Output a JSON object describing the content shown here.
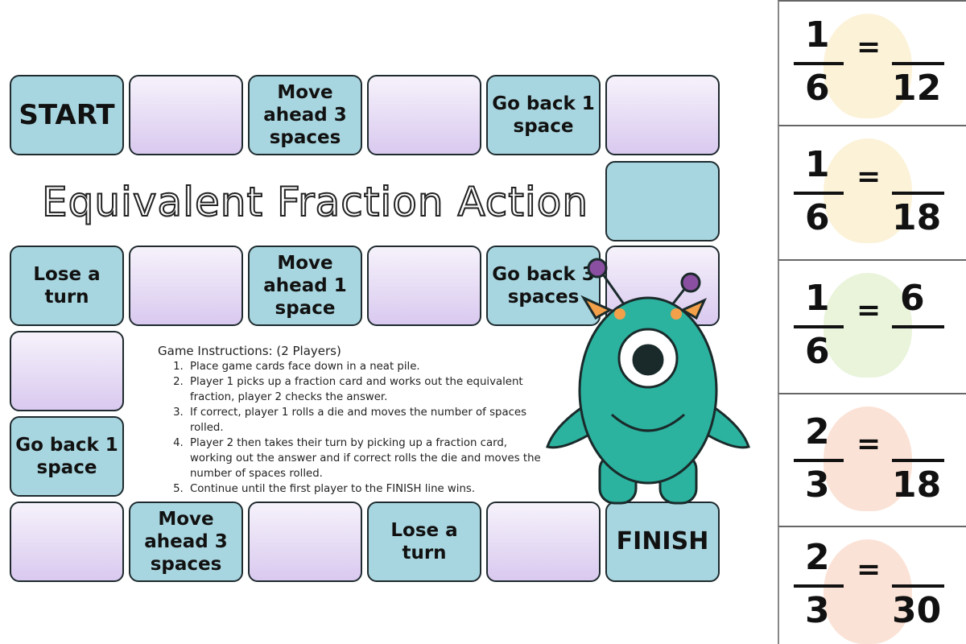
{
  "title": "Equivalent Fraction Action",
  "board": {
    "start": "START",
    "finish": "FINISH",
    "move3": "Move ahead 3 spaces",
    "back1": "Go back 1 space",
    "lose": "Lose a turn",
    "move1": "Move ahead 1 space",
    "back3": "Go back 3 spaces"
  },
  "instructions": {
    "heading": "Game Instructions: (2 Players)",
    "steps": [
      "Place game cards face down in a neat pile.",
      "Player 1 picks up a fraction card and works out the equivalent fraction, player 2 checks the answer.",
      "If correct, player 1 rolls a die and moves the number of spaces rolled.",
      "Player 2 then takes their turn by picking up a fraction card, working out the answer and if correct rolls the die and moves the number of spaces rolled.",
      "Continue until the first player to the FINISH line wins."
    ]
  },
  "cards": [
    {
      "n1": "1",
      "d1": "6",
      "eq": "=",
      "n2": "",
      "d2": "12",
      "color": "#f7e3a8"
    },
    {
      "n1": "1",
      "d1": "6",
      "eq": "=",
      "n2": "",
      "d2": "18",
      "color": "#f7e3a8"
    },
    {
      "n1": "1",
      "d1": "6",
      "eq": "=",
      "n2": "6",
      "d2": "",
      "color": "#cfe6b0"
    },
    {
      "n1": "2",
      "d1": "3",
      "eq": "=",
      "n2": "",
      "d2": "18",
      "color": "#f6bfa5"
    },
    {
      "n1": "2",
      "d1": "3",
      "eq": "=",
      "n2": "",
      "d2": "30",
      "color": "#f6bfa5"
    }
  ]
}
